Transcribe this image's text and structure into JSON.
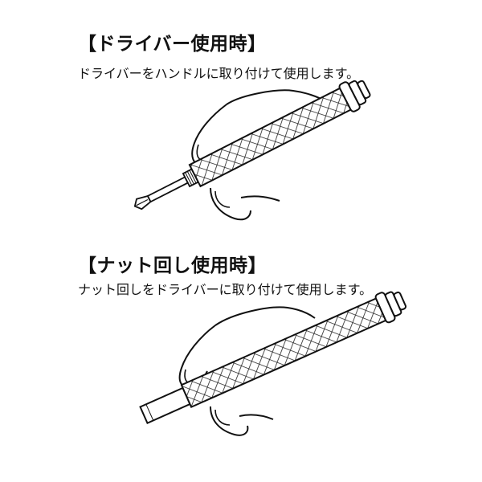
{
  "section1": {
    "heading": "【ドライバー使用時】",
    "description": "ドライバーをハンドルに取り付けて使用します。"
  },
  "section2": {
    "heading": "【ナット回し使用時】",
    "description": "ナット回しをドライバーに取り付けて使用します。"
  }
}
